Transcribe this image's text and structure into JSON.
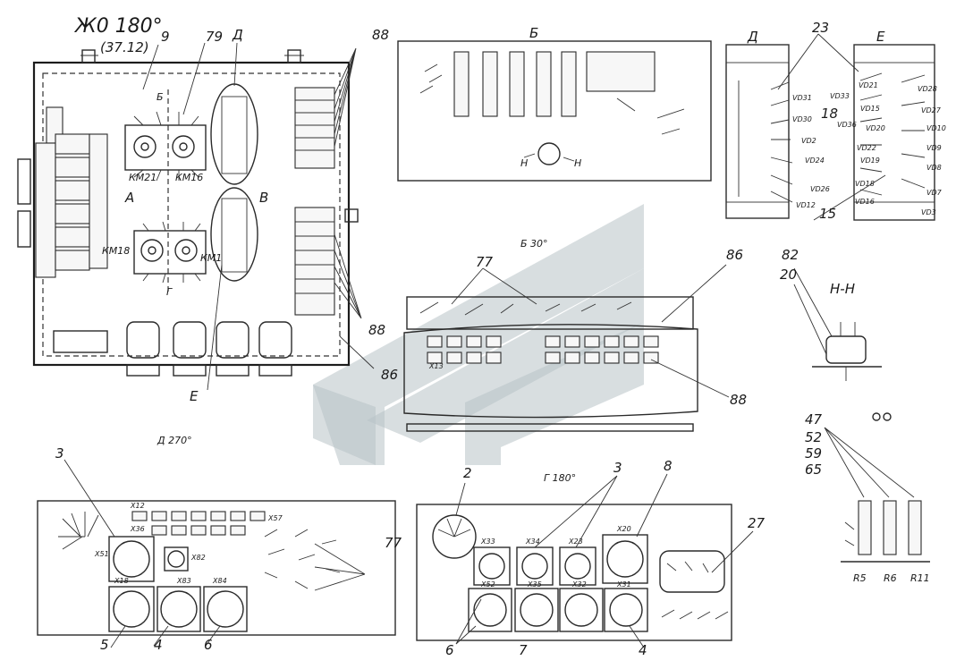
{
  "title": {
    "designation": "Ж0 180°",
    "sub": "(37.12)"
  },
  "sections": {
    "b": "Б",
    "d": "Д",
    "e": "Е",
    "v": "В",
    "a": "А",
    "hh": "Н-Н",
    "view_b": "Б 30°",
    "view_d": "Д 270°",
    "view_g": "Г 180°",
    "arrow_b": "Б",
    "arrow_g": "Г",
    "h_left": "Н",
    "h_right": "Н"
  },
  "callouts": {
    "c9": "9",
    "c79": "79",
    "c88a": "88",
    "c88b": "88",
    "c88c": "88",
    "c86a": "86",
    "c86b": "86",
    "c77a": "77",
    "c77b": "77",
    "c23": "23",
    "c18": "18",
    "c15": "15",
    "c82": "82",
    "c20": "20",
    "c47": "47",
    "c52": "52",
    "c59": "59",
    "c65": "65",
    "c2": "2",
    "c3a": "3",
    "c3b": "3",
    "c8": "8",
    "c27": "27",
    "c4a": "4",
    "c4b": "4",
    "c5": "5",
    "c6a": "6",
    "c6b": "6",
    "c7": "7"
  },
  "contactors": {
    "km21": "КМ21",
    "km16": "КМ16",
    "km18": "КМ18",
    "km1": "КМ1"
  },
  "diodes": {
    "vd31": "VD31",
    "vd33": "VD33",
    "vd30": "VD30",
    "vd2": "VD2",
    "vd24": "VD24",
    "vd26": "VD26",
    "vd12": "VD12",
    "vd21": "VD21",
    "vd15": "VD15",
    "vd36": "VD36",
    "vd20": "VD20",
    "vd22": "VD22",
    "vd19": "VD19",
    "vd18": "VD18",
    "vd16": "VD16",
    "vd28": "VD28",
    "vd27": "VD27",
    "vd10": "VD10",
    "vd9": "VD9",
    "vd8": "VD8",
    "vd7": "VD7",
    "vd3": "VD3"
  },
  "resistors": {
    "r5": "R5",
    "r6": "R6",
    "r11": "R11"
  },
  "connectors": {
    "x52": "X52",
    "x51": "X51",
    "x33": "X33",
    "x34": "X34",
    "x23": "X23",
    "x20": "X20",
    "x31": "X31",
    "x35": "X35",
    "x32": "X32",
    "x18": "X18",
    "x83": "X83",
    "x84": "X84",
    "x57": "X57",
    "x82": "X82",
    "x12": "X12",
    "x36": "X36",
    "x13": "X13"
  }
}
